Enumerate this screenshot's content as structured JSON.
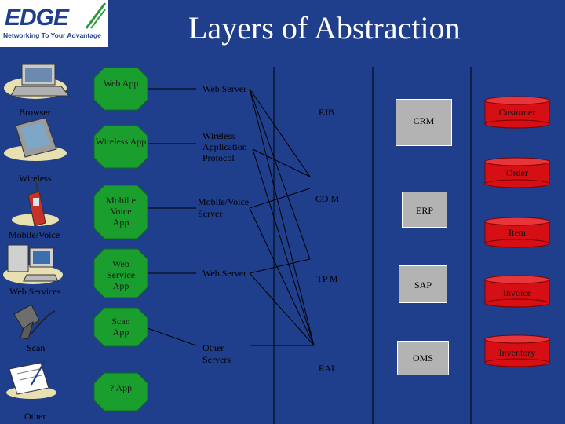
{
  "title": "Layers of Abstraction",
  "logo": {
    "name": "EDGE",
    "tagline": "Networking To Your Advantage"
  },
  "devices": [
    {
      "label": "Browser",
      "icon": "laptop-icon"
    },
    {
      "label": "Wireless",
      "icon": "pda-icon"
    },
    {
      "label": "Mobile/Voice",
      "icon": "mobile-phone-icon"
    },
    {
      "label": "Web Services",
      "icon": "desktop-computer-icon"
    },
    {
      "label": "Scan",
      "icon": "barcode-scanner-icon"
    },
    {
      "label": "Other",
      "icon": "notepad-icon"
    }
  ],
  "apps": [
    {
      "label": "Web App"
    },
    {
      "label": "Wireless App"
    },
    {
      "label": "Mobil e Voice App"
    },
    {
      "label": "Web Service App"
    },
    {
      "label": "Scan App"
    },
    {
      "label": "? App"
    }
  ],
  "servers": [
    {
      "label": "Web Server"
    },
    {
      "label": "Wireless Application Protocol"
    },
    {
      "label": "Mobile/Voice Server"
    },
    {
      "label": "Web Server"
    },
    {
      "label": "Other Servers"
    }
  ],
  "middleware": [
    {
      "label": "EJB"
    },
    {
      "label": "CO M"
    },
    {
      "label": "TP M"
    },
    {
      "label": "EAI"
    }
  ],
  "systems": [
    {
      "label": "CRM"
    },
    {
      "label": "ERP"
    },
    {
      "label": "SAP"
    },
    {
      "label": "OMS"
    }
  ],
  "databases": [
    {
      "label": "Customer"
    },
    {
      "label": "Order"
    },
    {
      "label": "Item"
    },
    {
      "label": "Invoice"
    },
    {
      "label": "Inventory"
    }
  ],
  "colors": {
    "background": "#1f3e8c",
    "app_fill": "#1a9e2e",
    "database_fill": "#d60f14",
    "system_fill": "#b3b3b3",
    "title": "#ffffff"
  }
}
